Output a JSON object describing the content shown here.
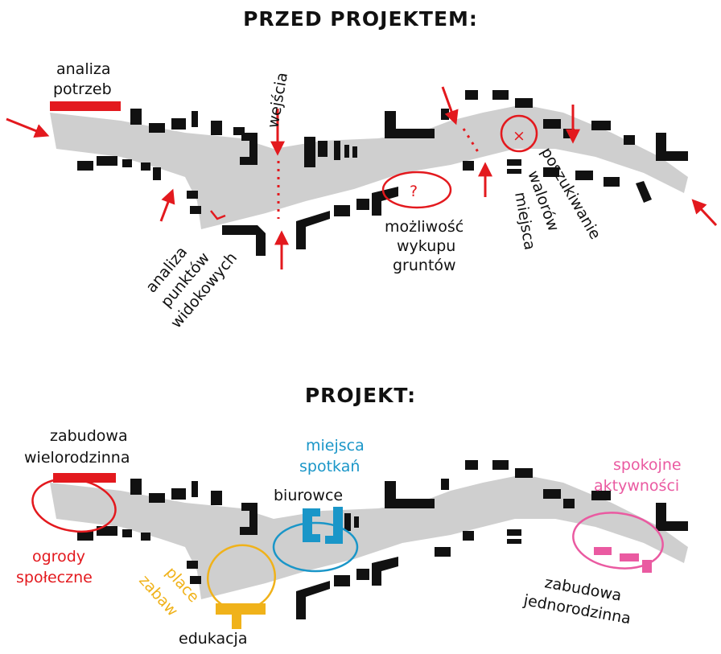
{
  "top": {
    "title": "PRZED PROJEKTEM:",
    "labels": {
      "analiza_potrzeb": [
        "analiza",
        "potrzeb"
      ],
      "wejscia": "wejścia",
      "analiza_punktow": [
        "analiza",
        "punktów",
        "widokowych"
      ],
      "mozliwosc": [
        "możliwość",
        "wykupu",
        "gruntów"
      ],
      "poszukiwanie": [
        "poszukiwanie",
        "walorów",
        "miejsca"
      ],
      "question_mark": "?",
      "x_mark": "×"
    }
  },
  "bottom": {
    "title": "PROJEKT:",
    "labels": {
      "zabudowa_wielo": [
        "zabudowa",
        "wielorodzinna"
      ],
      "ogrody": [
        "ogrody",
        "społeczne"
      ],
      "place_zabaw": [
        "place",
        "zabaw"
      ],
      "edukacja": "edukacja",
      "miejsca_spotkan": [
        "miejsca",
        "spotkań"
      ],
      "biurowce": "biurowce",
      "spokojne": [
        "spokojne",
        "aktywności"
      ],
      "zabudowa_jedno": [
        "zabudowa",
        "jednorodzinna"
      ]
    }
  },
  "colors": {
    "red": "#e3191e",
    "orange": "#f0b21a",
    "teal": "#1a96c8",
    "pink": "#ea5aa1",
    "street": "#cfcfcf",
    "building": "#111111"
  }
}
